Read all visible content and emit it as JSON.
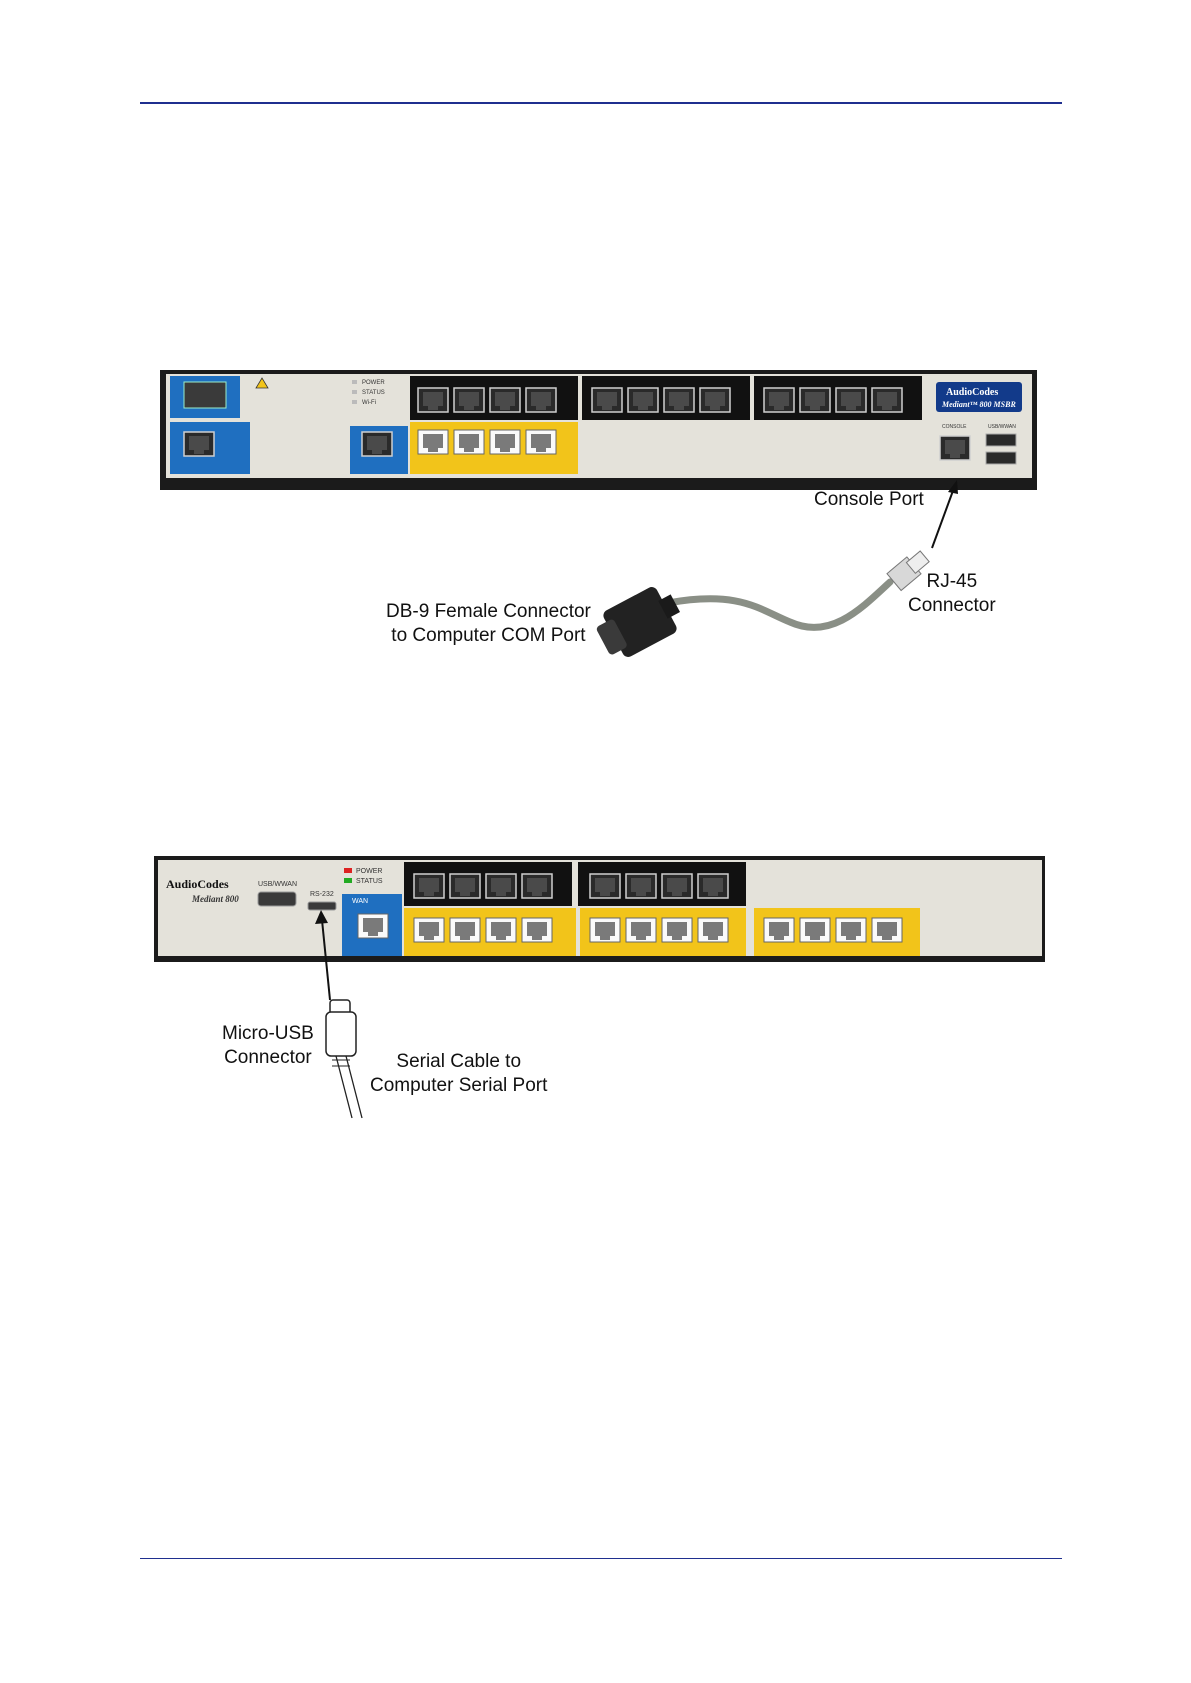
{
  "figure1": {
    "device": {
      "brand": "AudioCodes",
      "model": "Mediant™ 800 MSBR",
      "led_labels": [
        "POWER",
        "STATUS",
        "Wi-Fi"
      ],
      "port_group_labels": [
        "CONSOLE",
        "USB/WWAN"
      ]
    },
    "callouts": {
      "console_port": "Console Port",
      "rj45_line1": "RJ-45",
      "rj45_line2": "Connector",
      "db9_line1": "DB-9 Female Connector",
      "db9_line2": "to Computer COM Port"
    }
  },
  "figure2": {
    "device": {
      "brand": "AudioCodes",
      "model": "Mediant 800",
      "usb_label": "USB/WWAN",
      "rs232_label": "RS-232",
      "led_labels": [
        "POWER",
        "STATUS"
      ],
      "wan_label": "WAN"
    },
    "callouts": {
      "micro_usb_line1": "Micro-USB",
      "micro_usb_line2": "Connector",
      "serial_line1": "Serial Cable to",
      "serial_line2": "Computer Serial Port"
    }
  },
  "colors": {
    "rule": "#1f2f8f",
    "chassis": "#1b1b1b",
    "panel": "#e4e2da",
    "accent_blue": "#1f6fc0",
    "port_yellow": "#f2c41a",
    "brand_badge": "#123a8a"
  }
}
